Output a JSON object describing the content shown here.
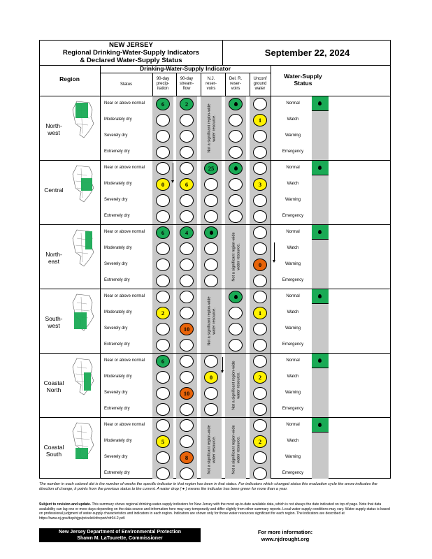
{
  "header": {
    "title_line1": "NEW JERSEY",
    "title_line2": "Regional Drinking-Water-Supply Indicators",
    "title_line3": "& Declared Water-Supply Status",
    "date": "September 22, 2024"
  },
  "columns": {
    "region": "Region",
    "indicator_group": "Drinking-Water-Supply Indicator",
    "status": "Status",
    "precip": [
      "90-day",
      "precip-",
      "itation"
    ],
    "stream": [
      "90-day",
      "stream-",
      "flow"
    ],
    "nj_res": [
      "N.J.",
      "reser-",
      "voirs"
    ],
    "del_res": [
      "Del. R.",
      "reser-",
      "voirs"
    ],
    "ground": [
      "Unconf",
      "ground",
      "water"
    ],
    "wss": [
      "Water-Supply",
      "Status"
    ]
  },
  "status_levels": [
    "Near or above normal",
    "Moderately dry",
    "Severely dry",
    "Extremely dry"
  ],
  "wss_levels": [
    "Normal",
    "Watch",
    "Warning",
    "Emergency"
  ],
  "not_significant": [
    "Not a significant region-wide",
    "water resource."
  ],
  "regions": [
    {
      "name": [
        "North-",
        "west"
      ]
    },
    {
      "name": [
        "Central",
        ""
      ]
    },
    {
      "name": [
        "North-",
        "east"
      ]
    },
    {
      "name": [
        "South-",
        "west"
      ]
    },
    {
      "name": [
        "Coastal",
        "North"
      ]
    },
    {
      "name": [
        "Coastal",
        "South"
      ]
    }
  ],
  "values": {
    "nw_precip": "6",
    "nw_stream": "2",
    "nw_ground": "1",
    "c_precip": "0",
    "c_stream": "6",
    "c_njres": "25",
    "c_ground": "3",
    "ne_precip": "6",
    "ne_stream": "4",
    "ne_ground": "0",
    "sw_precip": "2",
    "sw_stream": "10",
    "sw_ground": "1",
    "cn_precip": "6",
    "cn_stream": "10",
    "cn_njres": "0",
    "cn_ground": "2",
    "cs_precip": "5",
    "cs_stream": "8",
    "cs_ground": "2"
  },
  "colors": {
    "green": "#1aaa55",
    "yellow": "#fff200",
    "orange": "#e8640a",
    "grey": "#c8c8c8"
  },
  "footnote": "The number in each colored dot is the number of weeks the specific indicator in that region has been in that status. For indicators which changed status this evaluation cycle the arrow indicates the direction of change; it points from the previous status to the current. A water drop ( ● ) means the indicator has been green for more than a year.",
  "subject_bold": "Subject to revision and update.",
  "subject_text": " This summary shows regional drinking-water-supply indicators for New Jersey with the most up-to-date available data, which is not always the date indicated on top of page. Note that data availability can lag one or more days depending on the data source and information here may vary temporarily and differ slightly from other summary reports. Local water-supply conditions may vary. Water-supply status is based on professional judgment of water-supply characteristics and indicators in each region. Indicators are shown only for those water resources significant for each region. The indicators are described at https://www.nj.gov/dep/njgs/pricelst/ofreport/ofr04-2.pdf.",
  "dept_line1": "New Jersey Department of Environmental Protection",
  "dept_line2": "Shawn M. LaTourette, Commissioner",
  "more_info_label": "For more information:",
  "more_info_url": "www.njdrought.org"
}
